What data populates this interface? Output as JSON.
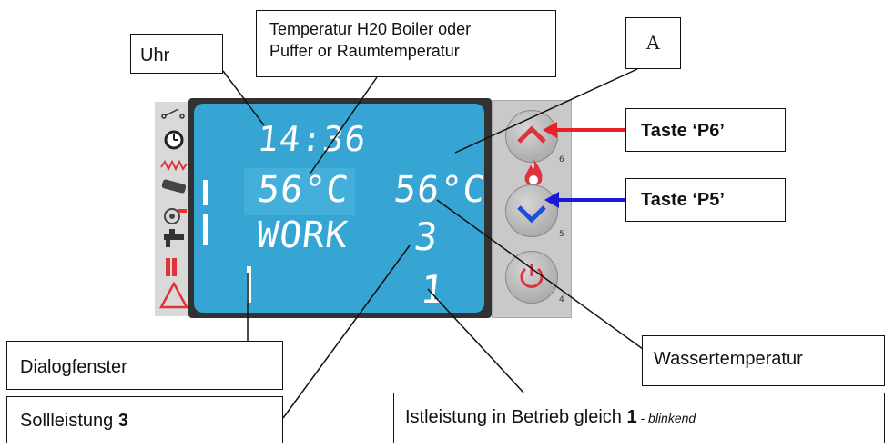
{
  "callouts": {
    "uhr": "Uhr",
    "temp_line1": "Temperatur H20 Boiler oder",
    "temp_line2": "Puffer  or  Raumtemperatur",
    "a": "A",
    "taste_p6": "Taste ‘P6’",
    "taste_p5": "Taste ‘P5’",
    "dialog": "Dialogfenster",
    "soll_text": "Sollleistung ",
    "soll_bold": "3",
    "wasser": "Wassertemperatur",
    "ist_text": "Istleistung in Betrieb gleich ",
    "ist_bold": "1",
    "ist_tail": " - blinkend"
  },
  "display": {
    "clock": "14:36",
    "temp_left": "56°C",
    "temp_right": "56°C",
    "dialog_text": "WORK",
    "power_set": "3",
    "power_actual": "1"
  },
  "keys": {
    "num_6": "6",
    "num_5": "5",
    "num_4": "4"
  },
  "colors": {
    "screen": "#36a5d3",
    "arrow_p6": "#e8202a",
    "arrow_p5": "#1a1ad8",
    "icon_red": "#e0323a"
  },
  "icons": [
    "switch-icon",
    "clock-icon",
    "heater-coil-icon",
    "pellet-auger-icon",
    "fan-icon",
    "tap-icon",
    "radiator-icon",
    "warning-icon",
    "flame-icon",
    "power-icon",
    "chevron-up-icon",
    "chevron-down-icon"
  ]
}
